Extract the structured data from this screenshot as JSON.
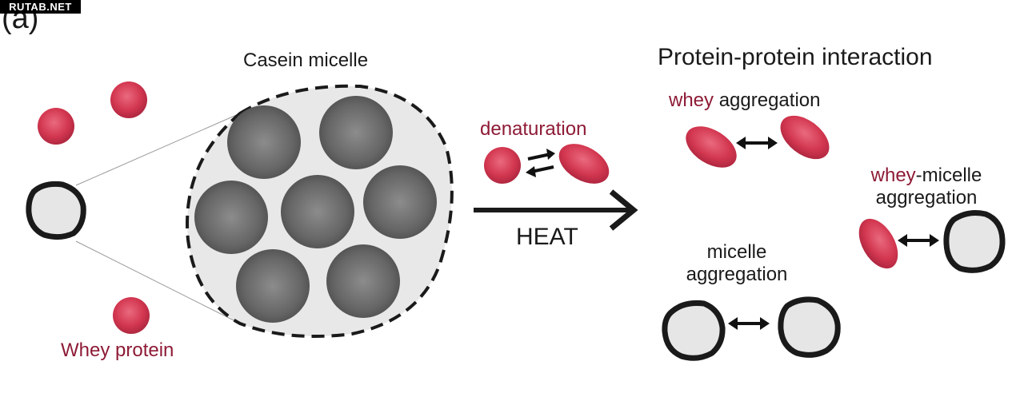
{
  "watermark": "RUTAB.NET",
  "panel_label": "(a)",
  "labels": {
    "casein_micelle": "Casein micelle",
    "whey_protein": "Whey protein",
    "denaturation": "denaturation",
    "heat": "HEAT",
    "protein_protein_interaction": "Protein-protein interaction",
    "whey_aggregation_colored": "whey",
    "whey_aggregation_rest": " aggregation",
    "whey_micelle_colored": "whey",
    "whey_micelle_rest": "-micelle",
    "whey_micelle_line2": "aggregation",
    "micelle_aggregation_line1": "micelle",
    "micelle_aggregation_line2": "aggregation"
  },
  "colors": {
    "whey": "#d2364f",
    "whey_text": "#8e1b36",
    "micelle_fill": "#e6e6e6",
    "submicelle": "#6e6e6e",
    "outline": "#1a1a1a"
  }
}
